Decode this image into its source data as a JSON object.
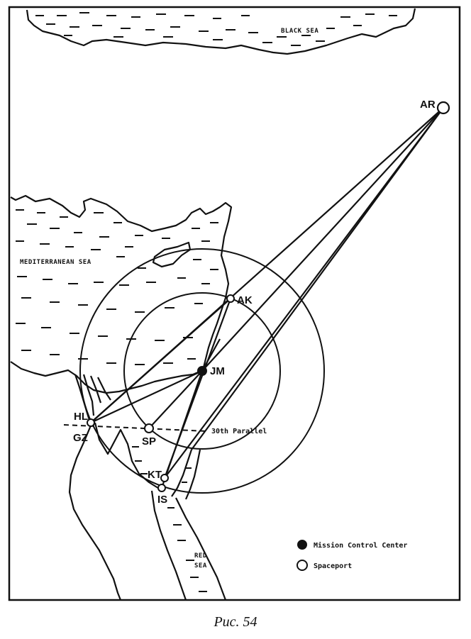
{
  "seas": {
    "black_sea": "BLACK SEA",
    "mediterranean": "MEDITERRANEAN SEA",
    "red_sea_line1": "RED",
    "red_sea_line2": "SEA"
  },
  "sites": {
    "AR": "AR",
    "AK": "AK",
    "JM": "JM",
    "HL": "HL",
    "GZ": "GZ",
    "SP": "SP",
    "KT": "KT",
    "IS": "IS"
  },
  "parallel_label": "30th Parallel",
  "legend": {
    "mission_control": "Mission Control Center",
    "spaceport": "Spaceport"
  },
  "caption": "Рис.  54"
}
